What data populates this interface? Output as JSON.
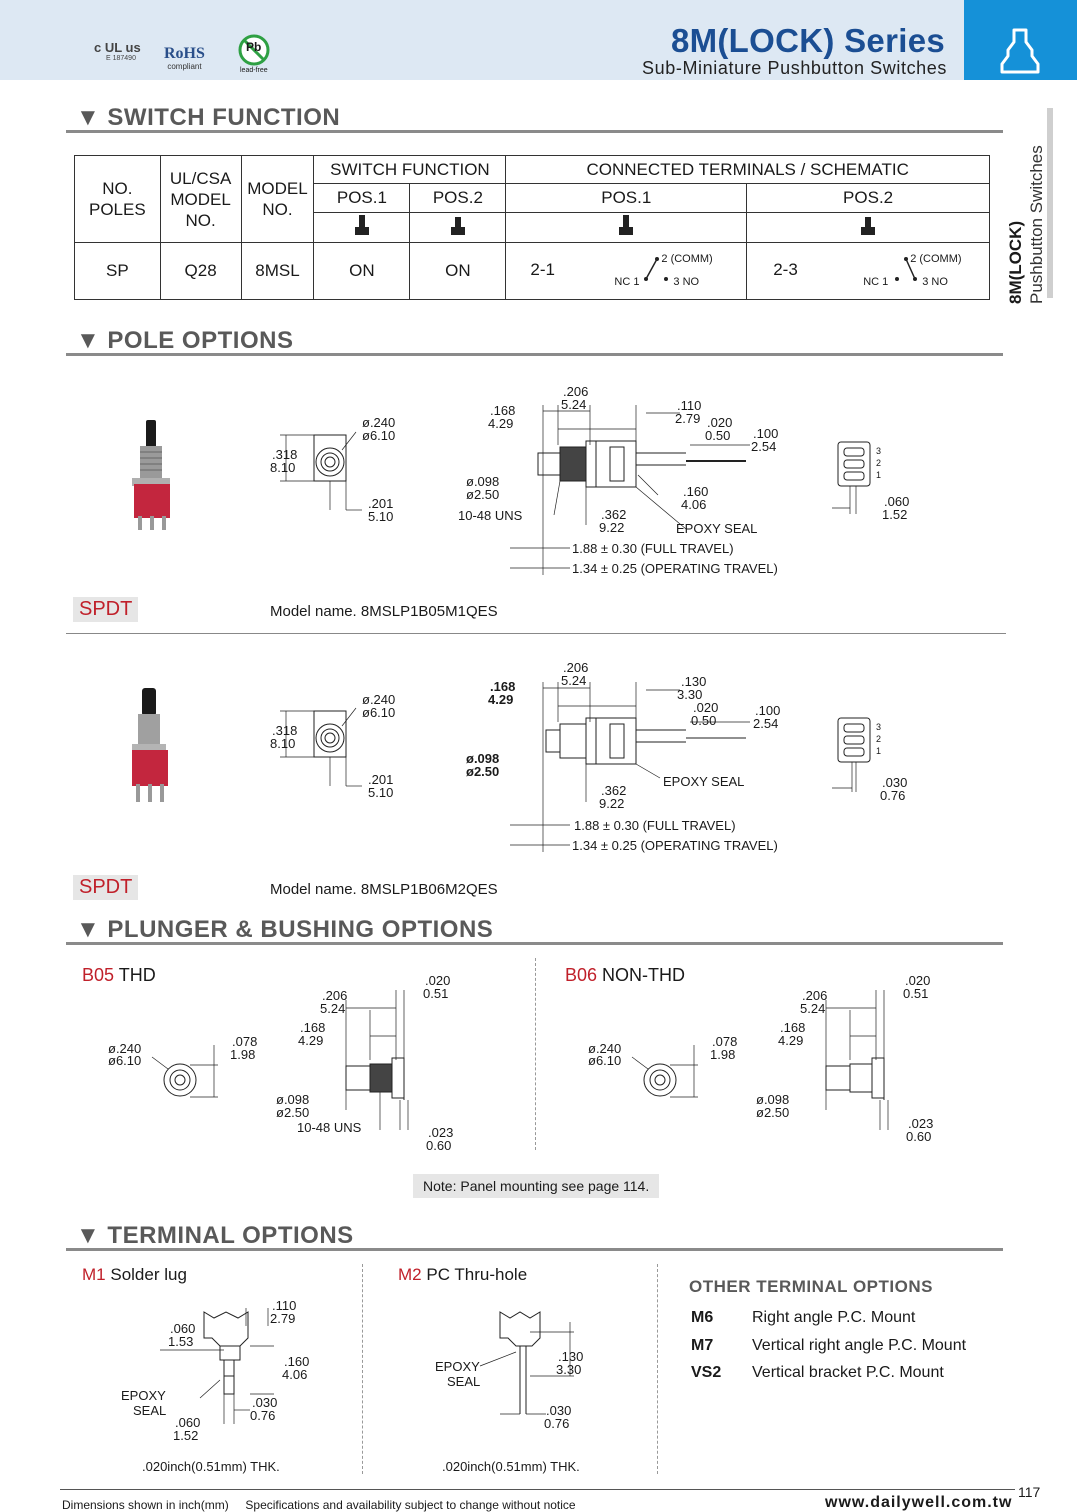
{
  "header": {
    "cert_ul": "c UL us",
    "cert_ul_file": "E 187490",
    "cert_rohs": "RoHS",
    "cert_rohs_sub": "compliant",
    "cert_pb": "Pb",
    "cert_pb_sub": "lead-free",
    "series_title": "8M(LOCK) Series",
    "series_subtitle": "Sub-Miniature Pushbutton Switches",
    "side_bold": "8M(LOCK)",
    "side_normal": "Pushbutton Switches"
  },
  "switch_function": {
    "title": "SWITCH FUNCTION",
    "col_no_poles": "NO. POLES",
    "col_ulcsa": "UL/CSA MODEL NO.",
    "col_model": "MODEL NO.",
    "col_switch_function": "SWITCH FUNCTION",
    "col_connected": "CONNECTED TERMINALS / SCHEMATIC",
    "pos1": "POS.1",
    "pos2": "POS.2",
    "row": {
      "poles": "SP",
      "ulcsa": "Q28",
      "model": "8MSL",
      "fn_pos1": "ON",
      "fn_pos2": "ON",
      "term_pos1": "2-1",
      "term_pos2": "2-3",
      "comm": "2 (COMM)",
      "nc": "NC 1",
      "no": "3 NO"
    }
  },
  "pole_options": {
    "title": "POLE OPTIONS",
    "items": [
      {
        "tag": "SPDT",
        "model_name": "Model name. 8MSLP1B05M1QES",
        "dims": {
          "d240": "ø.240",
          "d610": "ø6.10",
          "d318": ".318",
          "d810": "8.10",
          "d201": ".201",
          "d510": "5.10",
          "d206": ".206",
          "d524": "5.24",
          "d168": ".168",
          "d429": "4.29",
          "d110": ".110",
          "d279": "2.79",
          "d020": ".020",
          "d050": "0.50",
          "d100": ".100",
          "d254": "2.54",
          "d098": "ø.098",
          "d250": "ø2.50",
          "d160": ".160",
          "d406": "4.06",
          "uns": "10-48 UNS",
          "d362": ".362",
          "d922": "9.22",
          "epoxy": "EPOXY SEAL",
          "full": "1.88 ± 0.30 (FULL TRAVEL)",
          "oper": "1.34 ± 0.25 (OPERATING TRAVEL)",
          "t3": "3",
          "t2": "2",
          "t1": "1",
          "d060": ".060",
          "d152": "1.52"
        }
      },
      {
        "tag": "SPDT",
        "model_name": "Model name. 8MSLP1B06M2QES",
        "dims": {
          "d240": "ø.240",
          "d610": "ø6.10",
          "d318": ".318",
          "d810": "8.10",
          "d201": ".201",
          "d510": "5.10",
          "d206": ".206",
          "d524": "5.24",
          "d168": ".168",
          "d429": "4.29",
          "d130": ".130",
          "d330": "3.30",
          "d020": ".020",
          "d050": "0.50",
          "d100": ".100",
          "d254": "2.54",
          "d098": "ø.098",
          "d250": "ø2.50",
          "d362": ".362",
          "d922": "9.22",
          "epoxy": "EPOXY SEAL",
          "full": "1.88 ± 0.30 (FULL TRAVEL)",
          "oper": "1.34 ± 0.25 (OPERATING TRAVEL)",
          "t3": "3",
          "t2": "2",
          "t1": "1",
          "d030": ".030",
          "d076": "0.76"
        }
      }
    ]
  },
  "plunger": {
    "title": "PLUNGER & BUSHING OPTIONS",
    "b05_code": "B05",
    "b05_name": "THD",
    "b06_code": "B06",
    "b06_name": "NON-THD",
    "dims": {
      "d240": "ø.240",
      "d610": "ø6.10",
      "d078": ".078",
      "d198": "1.98",
      "d206": ".206",
      "d524": "5.24",
      "d020": ".020",
      "d051": "0.51",
      "d168": ".168",
      "d429": "4.29",
      "d098": "ø.098",
      "d250": "ø2.50",
      "uns": "10-48 UNS",
      "d023": ".023",
      "d060": "0.60"
    },
    "note": "Note: Panel mounting see page 114."
  },
  "terminal": {
    "title": "TERMINAL OPTIONS",
    "m1_code": "M1",
    "m1_name": "Solder lug",
    "m2_code": "M2",
    "m2_name": "PC Thru-hole",
    "m1_dims": {
      "d110": ".110",
      "d279": "2.79",
      "d060a": ".060",
      "d153": "1.53",
      "d160": ".160",
      "d406": "4.06",
      "epoxy1": "EPOXY",
      "seal": "SEAL",
      "d030": ".030",
      "d076": "0.76",
      "d060b": ".060",
      "d152": "1.52"
    },
    "m2_dims": {
      "epoxy1": "EPOXY",
      "seal": "SEAL",
      "d130": ".130",
      "d330": "3.30",
      "d030": ".030",
      "d076": "0.76"
    },
    "thk": ".020inch(0.51mm) THK.",
    "other_title": "OTHER TERMINAL OPTIONS",
    "others": [
      {
        "code": "M6",
        "desc": "Right angle P.C. Mount"
      },
      {
        "code": "M7",
        "desc": "Vertical right angle P.C. Mount"
      },
      {
        "code": "VS2",
        "desc": "Vertical bracket P.C. Mount"
      }
    ]
  },
  "footer": {
    "left_text": "Dimensions shown in inch(mm)     Specifications and availability subject to change without notice",
    "url": "www.dailywell.com.tw",
    "page": "117"
  },
  "colors": {
    "accent_blue": "#1591d8",
    "title_blue": "#1b4e93",
    "red_label": "#c0202a",
    "switch_red": "#c3263e"
  }
}
